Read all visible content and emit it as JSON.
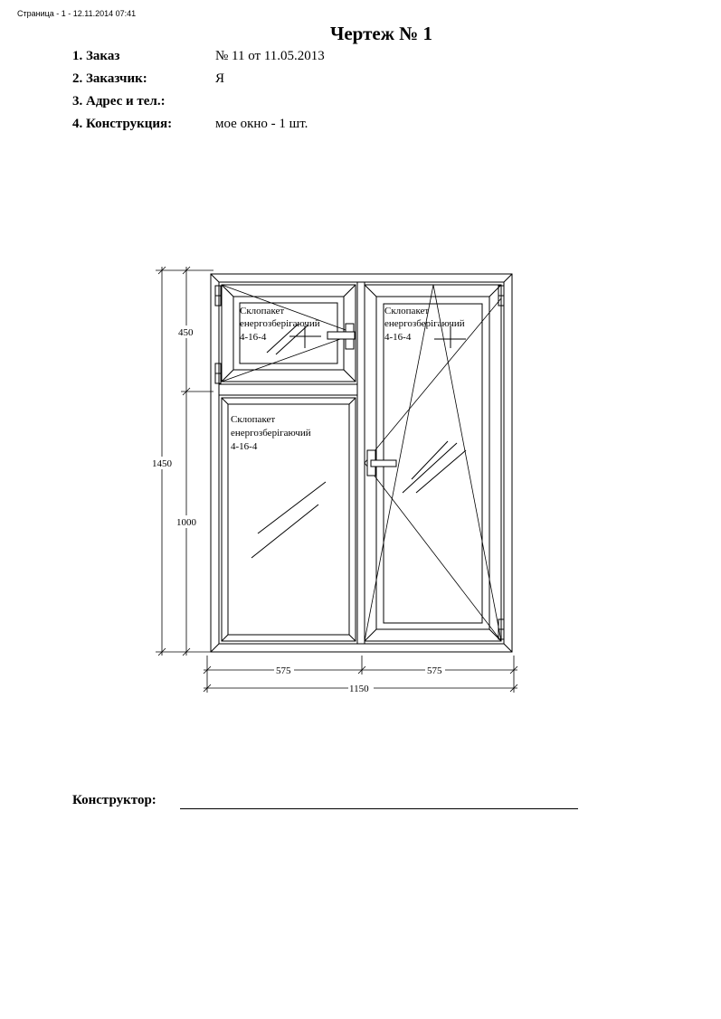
{
  "page_header": "Страница - 1 -  12.11.2014 07:41",
  "title": "Чертеж  № 1",
  "info": [
    {
      "label": "1. Заказ",
      "value": "№ 11  от 11.05.2013"
    },
    {
      "label": "2. Заказчик:",
      "value": "Я"
    },
    {
      "label": "3. Адрес и тел.:",
      "value": ""
    },
    {
      "label": "4. Конструкция:",
      "value": "мое окно - 1 шт."
    }
  ],
  "drawing": {
    "glass_label_line1": "Склопакет",
    "glass_label_line2": "енергозберігаючий",
    "glass_label_line3": "4-16-4",
    "dimensions": {
      "total_height": "1450",
      "top_height": "450",
      "bottom_height": "1000",
      "left_width": "575",
      "right_width": "575",
      "total_width": "1150"
    }
  },
  "signature": {
    "label": "Конструктор:"
  }
}
